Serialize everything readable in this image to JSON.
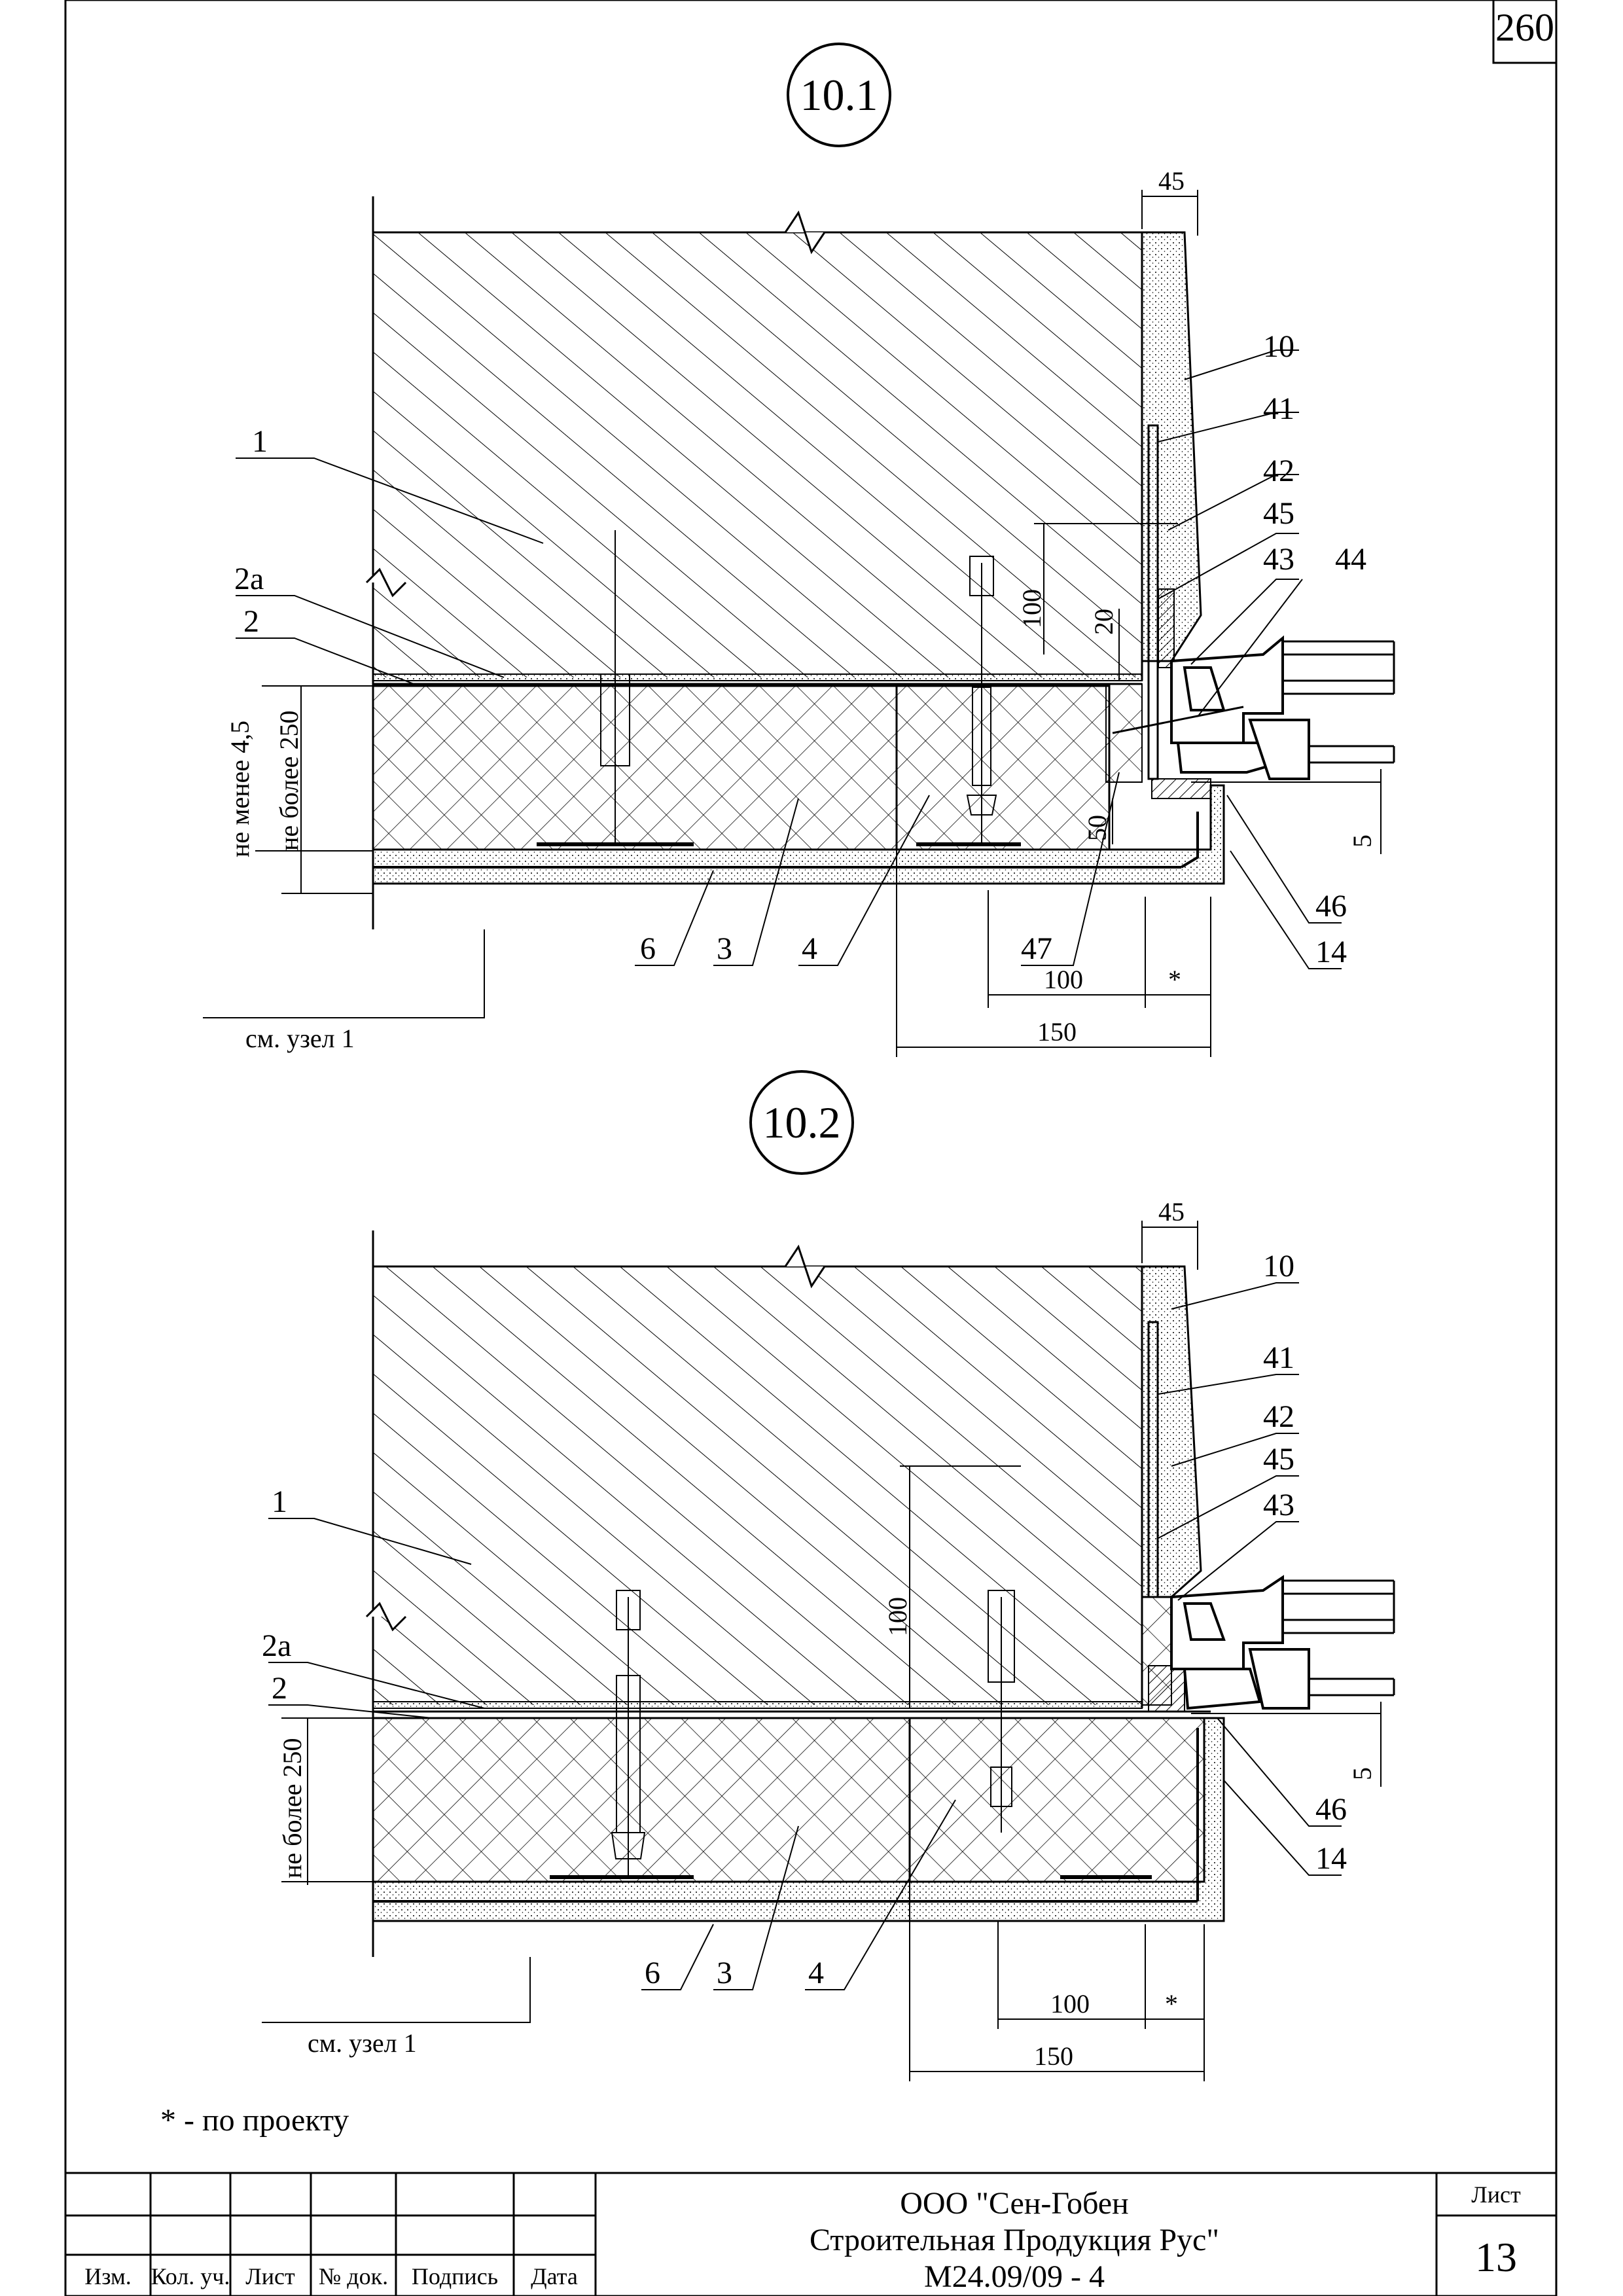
{
  "sheet_number_top": "260",
  "details": [
    {
      "id": "10.1",
      "labels": [
        "1",
        "2а",
        "2",
        "3",
        "4",
        "6",
        "10",
        "41",
        "42",
        "45",
        "43",
        "44",
        "46",
        "14",
        "47"
      ],
      "dims": {
        "d45": "45",
        "d100v": "100",
        "d20": "20",
        "d50": "50",
        "d100": "100",
        "star": "*",
        "d150": "150",
        "d5": "5",
        "not_less": "не менее 4,5",
        "not_more": "не более 250"
      },
      "see_node": "см. узел 1"
    },
    {
      "id": "10.2",
      "labels": [
        "1",
        "2а",
        "2",
        "3",
        "4",
        "6",
        "10",
        "41",
        "42",
        "45",
        "43",
        "46",
        "14"
      ],
      "dims": {
        "d45": "45",
        "d100v": "100",
        "d100": "100",
        "star": "*",
        "d150": "150",
        "d5": "5",
        "not_more": "не более 250"
      },
      "see_node": "см. узел 1"
    }
  ],
  "footnote": "* - по проекту",
  "title_block": {
    "columns": [
      "Изм.",
      "Кол. уч.",
      "Лист",
      "№ док.",
      "Подпись",
      "Дата"
    ],
    "org_line1": "ООО \"Сен-Гобен",
    "org_line2": "Строительная Продукция Рус\"",
    "doc_code": "М24.09/09 - 4",
    "sheet_label": "Лист",
    "sheet_value": "13"
  }
}
